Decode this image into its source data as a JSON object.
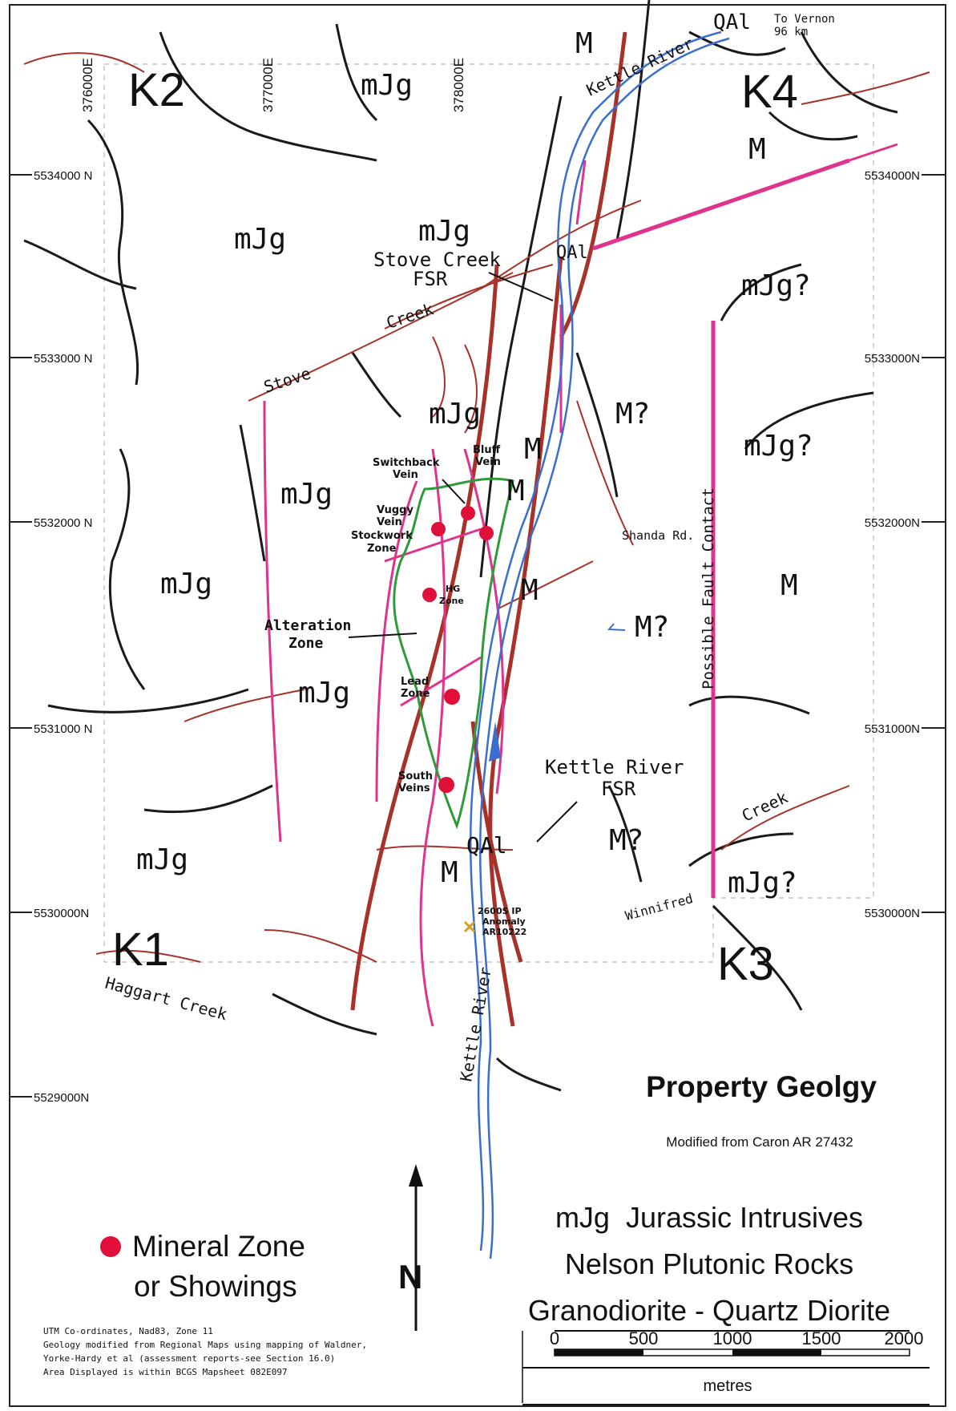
{
  "title": "Property Geolgy",
  "subtitle": "Modified from Caron AR 27432",
  "grid": {
    "eastings": [
      "376000E",
      "377000E",
      "378000E"
    ],
    "northings_left": [
      "5534000 N",
      "5533000 N",
      "5532000 N",
      "5531000 N",
      "5530000N",
      "5529000N"
    ],
    "northings_right": [
      "5534000N",
      "5533000N",
      "5532000N",
      "5531000N",
      "5530000N"
    ]
  },
  "claims": [
    "K1",
    "K2",
    "K3",
    "K4"
  ],
  "units": {
    "mjg": "mJg",
    "mjg_q": "mJg?",
    "m": "M",
    "m_q": "M?",
    "qal": "QAl"
  },
  "roads": {
    "stove_fsr": "Stove Creek",
    "fsr": "FSR",
    "kettle_fsr": "Kettle River",
    "shanda": "Shanda Rd.",
    "vernon": "To Vernon",
    "vernon_km": "96 km"
  },
  "streams": {
    "stove": "Stove",
    "creek": "Creek",
    "kettle_top": "Kettle River",
    "kettle_bottom": "Kettle River",
    "haggart": "Haggart Creek",
    "winnifred": "Winnifred"
  },
  "zones": {
    "switchback": [
      "Switchback",
      "Vein"
    ],
    "bluff": [
      "Bluff",
      "Vein"
    ],
    "vuggy": [
      "Vuggy",
      "Vein"
    ],
    "stockwork": [
      "Stockwork",
      "Zone"
    ],
    "hg": [
      "HG",
      "Zone"
    ],
    "alteration": [
      "Alteration",
      "Zone"
    ],
    "lead": [
      "Lead",
      "Zone"
    ],
    "south": [
      "South",
      "Veins"
    ],
    "ip": [
      "2600S IP",
      "Anomaly",
      "AR10222"
    ]
  },
  "fault_label": "Possible Fault Contact",
  "north_arrow": "N",
  "legend": {
    "mineral_line1": "Mineral Zone",
    "mineral_line2": "or Showings",
    "unit_desc": "mJg  Jurassic Intrusives",
    "unit_desc2": "Nelson Plutonic Rocks",
    "unit_desc3": "Granodiorite - Quartz Diorite"
  },
  "notes": [
    "UTM Co-ordinates, Nad83, Zone 11",
    "Geology modified from Regional Maps using mapping of Waldner,",
    "Yorke-Hardy et al (assessment reports-see Section 16.0)",
    "Area Displayed is within BCGS Mapsheet 082E097"
  ],
  "scale": {
    "ticks": [
      "0",
      "500",
      "1000",
      "1500",
      "2000"
    ],
    "unit": "metres"
  },
  "colors": {
    "stream": "#1a1a1a",
    "road": "#a8322a",
    "fault": "#e0338e",
    "river": "#3a6fd0",
    "alteration": "#2e9a3a",
    "mineral": "#e0103a"
  },
  "mineral_zones": [
    "Vuggy Vein",
    "Switchback Vein",
    "Bluff Vein",
    "HG Zone",
    "Lead Zone",
    "South Veins"
  ]
}
